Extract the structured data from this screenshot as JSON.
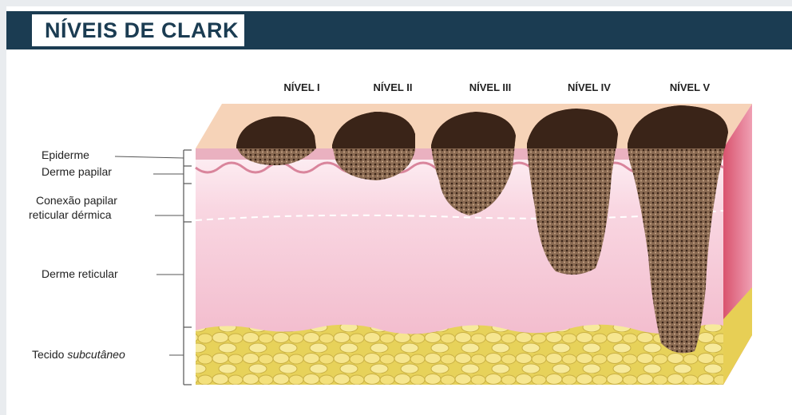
{
  "title": "NÍVEIS DE CLARK",
  "levels": [
    "NÍVEL I",
    "NÍVEL II",
    "NÍVEL III",
    "NÍVEL IV",
    "NÍVEL V"
  ],
  "layers": {
    "epiderme": "Epiderme",
    "derme_papilar": "Derme papilar",
    "conexao_1": "Conexão papilar",
    "conexao_2": "reticular dérmica",
    "derme_reticular": "Derme reticular",
    "tecido_1": "Tecido ",
    "tecido_2": "subcutâneo"
  },
  "colors": {
    "header": "#1b3c52",
    "skin_pink": "#f2b6c7",
    "skin_light": "#fbe6ee",
    "fat_yellow": "#f1df6e",
    "lesion_dark": "#3a2418",
    "lesion_mid": "#7a5a45"
  }
}
